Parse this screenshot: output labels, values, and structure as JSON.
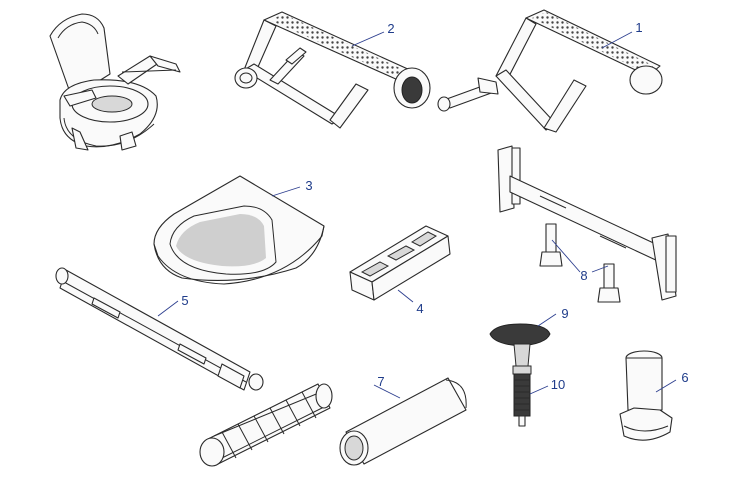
{
  "parts": [
    {
      "id": "toilet-seat-assembly",
      "label": ""
    },
    {
      "id": "footrest-right",
      "label": "1"
    },
    {
      "id": "footrest-left",
      "label": "2"
    },
    {
      "id": "seat-cushion",
      "label": "3"
    },
    {
      "id": "bracket-holder",
      "label": "4"
    },
    {
      "id": "crossbar",
      "label": "5"
    },
    {
      "id": "leg-tip",
      "label": "6"
    },
    {
      "id": "padded-roller",
      "label": "7"
    },
    {
      "id": "mounting-frame-feet",
      "label": "8"
    },
    {
      "id": "knob-screw",
      "label": "9"
    },
    {
      "id": "threaded-bolt",
      "label": "10"
    },
    {
      "id": "spring-roller",
      "label": ""
    }
  ],
  "colors": {
    "callout": "#1f3c8a",
    "outline": "#2a2a2a"
  }
}
